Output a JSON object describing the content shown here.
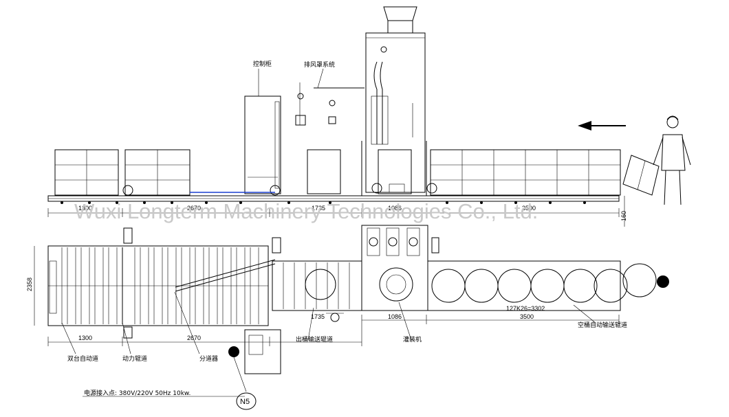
{
  "side_view": {
    "label_control_cabinet": "控制柜",
    "label_suction_system": "排风罩系统",
    "dims_bottom": [
      "1300",
      "2670",
      "1735",
      "1086",
      "3500"
    ],
    "dim_right": "160"
  },
  "top_view": {
    "dim_height": "2358",
    "dims_bottom": [
      "1300",
      "2670",
      "1735",
      "1086",
      "3500"
    ],
    "roller_spec": "127K26=3302",
    "labels": {
      "free_roller": "双台自动道",
      "power_roller": "动力辊道",
      "gate_roller": "分道器",
      "bucket_conveyor": "出桶输送辊道",
      "filling_machine": "灌装机",
      "empty_conveyor": "空桶自动输送辊道"
    },
    "power_spec": "电源接入点: 380V/220V 50Hz 10kw.",
    "tag": "N5"
  },
  "watermark": "Wuxi Longterm Machinery Technologies Co., Ltd."
}
